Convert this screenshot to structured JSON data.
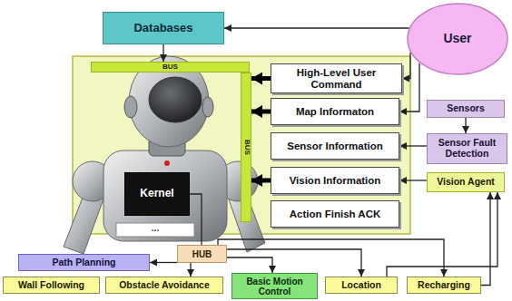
{
  "diagram": {
    "nodes": [
      {
        "text": [
          "Databases"
        ]
      },
      {
        "text": [
          "User"
        ]
      },
      {
        "text": [
          "BUS"
        ]
      },
      {
        "text": [
          "High-Level User Command"
        ]
      },
      {
        "text": [
          "Sensors"
        ]
      },
      {
        "text": [
          "Map Informaton"
        ]
      },
      {
        "text": [
          "BUS"
        ]
      },
      {
        "text": [
          "Sensor Information"
        ]
      },
      {
        "text": [
          "Sensor Fault Detection"
        ]
      },
      {
        "text": [
          "Kernel"
        ]
      },
      {
        "text": [
          "Vision Information"
        ]
      },
      {
        "text": [
          "Vision Agent"
        ]
      },
      {
        "text": [
          "Action Finish ACK"
        ]
      },
      {
        "text": [
          "HUB"
        ]
      },
      {
        "text": [
          "Path Planning"
        ]
      },
      {
        "text": [
          "Wall Following"
        ]
      },
      {
        "text": [
          "Obstacle Avoidance"
        ]
      },
      {
        "text": [
          "Basic Motion Control"
        ]
      },
      {
        "text": [
          "Location"
        ]
      },
      {
        "text": [
          "Recharging"
        ]
      }
    ],
    "edges": [
      {
        "from": 1,
        "to": 0,
        "arrow": "to"
      },
      {
        "from": 0,
        "to": 2,
        "arrow": "to"
      },
      {
        "from": 1,
        "to": 3,
        "arrow": "to"
      },
      {
        "from": 1,
        "to": 5,
        "arrow": "to"
      },
      {
        "from": 4,
        "to": 8,
        "arrow": "to"
      },
      {
        "from": 8,
        "to": 7,
        "arrow": "to"
      },
      {
        "from": 11,
        "to": 10,
        "arrow": "to"
      },
      {
        "from": 3,
        "to": 6,
        "arrow": "to"
      },
      {
        "from": 5,
        "to": 6,
        "arrow": "to"
      },
      {
        "from": 10,
        "to": 6,
        "arrow": "to"
      },
      {
        "from": 9,
        "to": 13,
        "arrow": "none"
      },
      {
        "from": 13,
        "to": 14,
        "arrow": "to"
      },
      {
        "from": 13,
        "to": 16,
        "arrow": "to"
      },
      {
        "from": 13,
        "to": 17,
        "arrow": "to"
      },
      {
        "from": 13,
        "to": 18,
        "arrow": "to"
      },
      {
        "from": 13,
        "to": 19,
        "arrow": "to"
      },
      {
        "from": 18,
        "to": 11,
        "arrow": "to"
      },
      {
        "from": 19,
        "to": 11,
        "arrow": "to"
      }
    ],
    "labels": [
      "..."
    ]
  }
}
